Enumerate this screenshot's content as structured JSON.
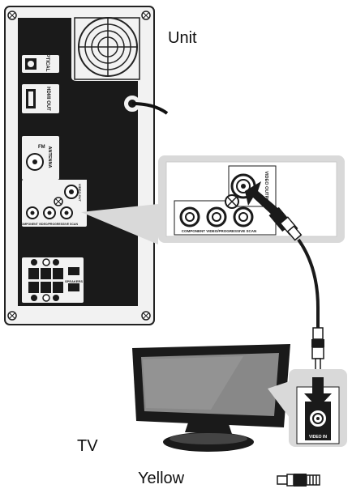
{
  "labels": {
    "unit": "Unit",
    "tv": "TV",
    "yellow": "Yellow"
  },
  "unit_panel": {
    "optical_in": "OPTICAL IN",
    "hdmi_out": "HDMI OUT",
    "antenna": "ANTENNA",
    "fm": "FM",
    "component_video": "COMPONENT VIDEO/PROGRESSIVE SCAN",
    "video_out": "VIDEO OUT",
    "speakers": "SPEAKERS"
  },
  "callout": {
    "video_output": "VIDEO OUTPUT",
    "component_video": "COMPONENT VIDEO/PROGRESSIVE SCAN"
  },
  "tv_callout": {
    "video_in": "VIDEO IN"
  },
  "legend": {
    "cable_color_name": "Yellow"
  },
  "colors": {
    "panel": "#1a1a1a",
    "chassis": "#f2f2f2",
    "callout_fill": "#d9d9d9",
    "arrow": "#1a1a1a"
  }
}
